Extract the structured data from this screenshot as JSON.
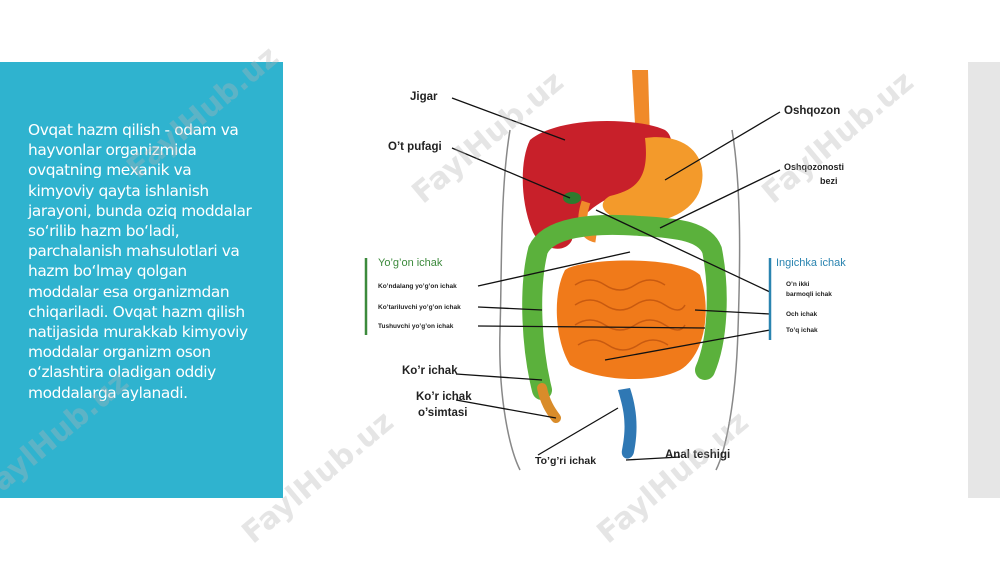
{
  "slide": {
    "paragraph": "Ovqat hazm qilish - odam va hayvonlar organizmida ovqatning mexanik va kimyoviy qayta ishlanish jarayoni, bunda oziq moddalar so‘rilib hazm bo‘ladi, parchalanish mahsulotlari va hazm bo‘lmay qolgan moddalar esa organizmdan chiqariladi. Ovqat hazm qilish natijasida murakkab kimyoviy moddalar organizm oson o‘zlashtira oladigan oddiy moddalarga aylanadi."
  },
  "watermark": {
    "text": "FaylHub.uz"
  },
  "diagram": {
    "labels": {
      "jigar": "Jigar",
      "ot_pufagi": "O’t pufagi",
      "oshqozon": "Oshqozon",
      "oshqozonosti_1": "Oshqozonosti",
      "oshqozonosti_2": "bezi",
      "yogon_ichak": "Yo’g’on ichak",
      "kondalang": "Ko’ndalang yo’g’on ichak",
      "kotariluvchi": "Ko’tariluvchi yo’g’on ichak",
      "tushuvchi": "Tushuvchi yo’g’on ichak",
      "kor_ichak": "Ko’r ichak",
      "kor_ichak_osimtasi_1": "Ko’r ichak",
      "kor_ichak_osimtasi_2": "o’simtasi",
      "togri_ichak": "To’g’ri ichak",
      "anal_teshigi": "Anal teshigi",
      "ingichka_ichak": "Ingichka ichak",
      "on_ikki_1": "O’n ikki",
      "on_ikki_2": "barmoqli ichak",
      "och_ichak": "Och ichak",
      "yonbosh_ichak": "To’q ichak"
    },
    "colors": {
      "liver": "#c8202a",
      "stomach": "#f39a2b",
      "colon": "#5bb13c",
      "small_intestine": "#f07a1a",
      "rectum": "#2f78b4",
      "panel": "#2fb3cf"
    }
  }
}
